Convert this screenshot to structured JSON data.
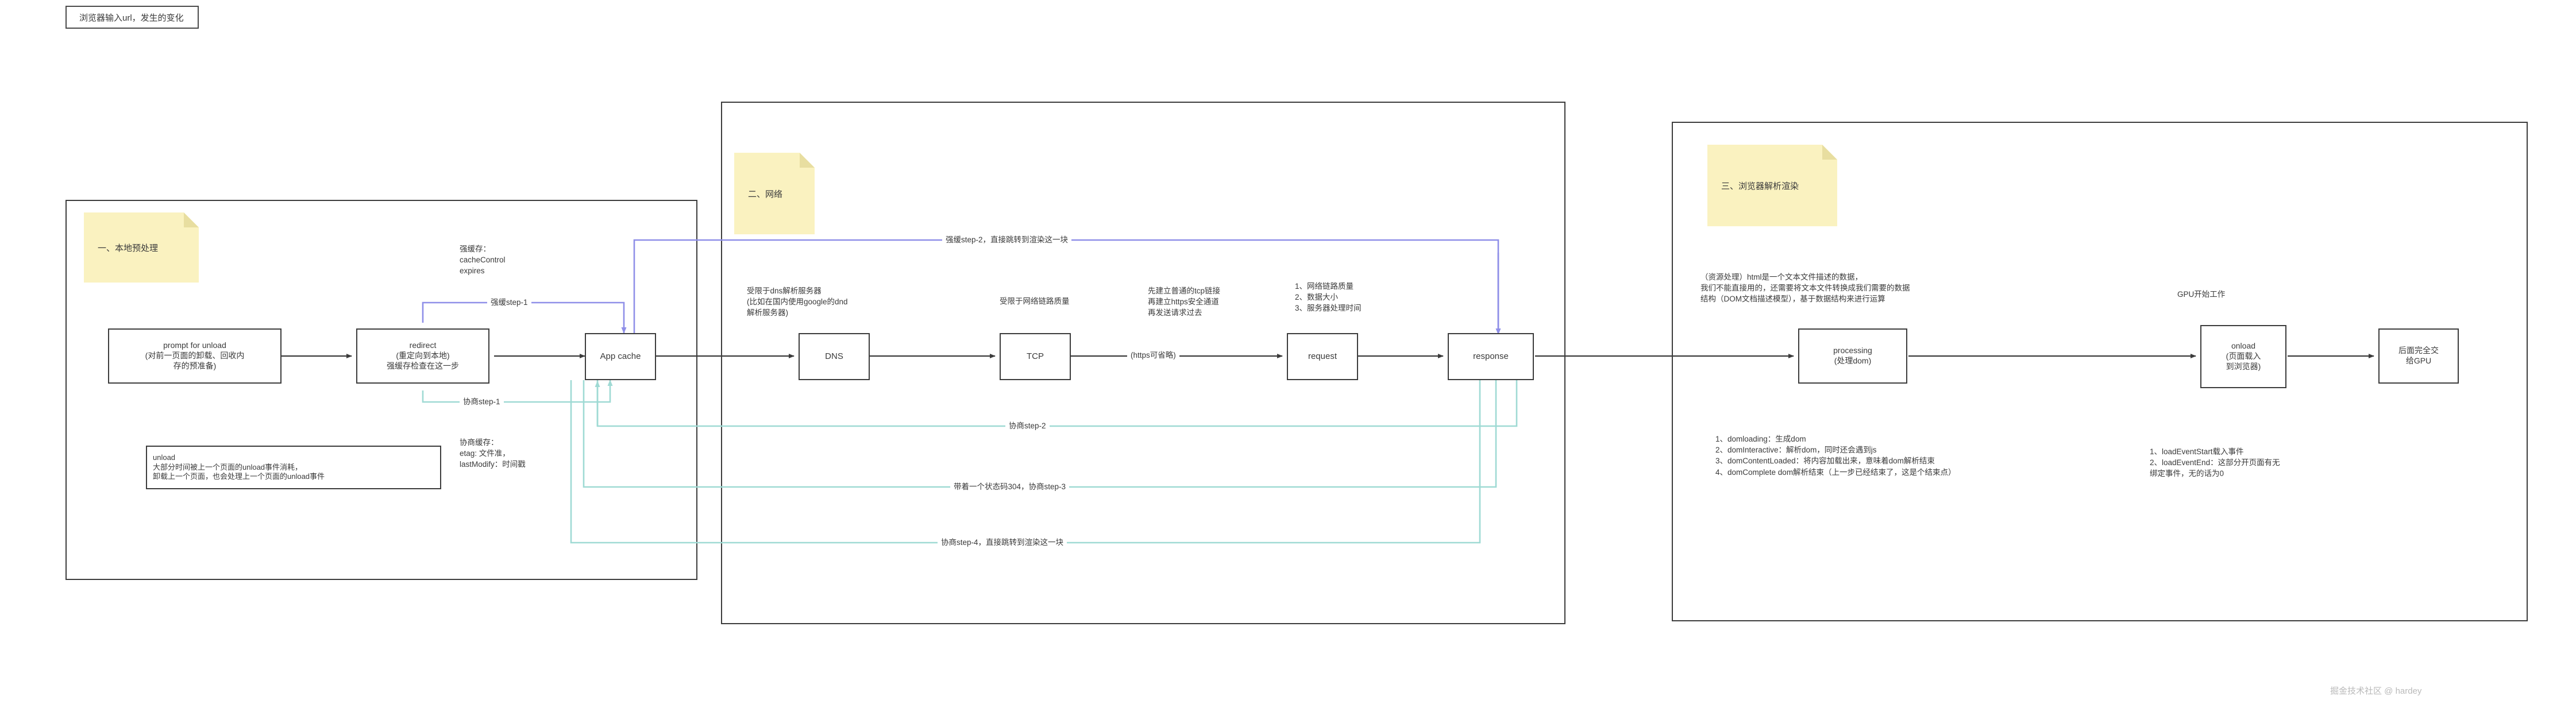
{
  "page": {
    "title_box": "浏览器输入url，发生的变化",
    "watermark": "掘金技术社区 @ hardey"
  },
  "colors": {
    "stroke": "#3c3c3c",
    "strong_cache": "#8f8fe8",
    "negotiate_cache": "#9fdad4",
    "note_bg": "#faf2c0",
    "note_fold": "#e8dea0",
    "text": "#3a3a3a"
  },
  "sections": [
    {
      "id": "local",
      "note": "一、本地预处理"
    },
    {
      "id": "network",
      "note": "二、网络"
    },
    {
      "id": "render",
      "note": "三、浏览器解析渲染"
    }
  ],
  "nodes": {
    "prompt_unload": "prompt for unload\n(对前一页面的卸载、回收内\n存的预准备)",
    "redirect": "redirect\n(重定向到本地)\n强缓存检查在这一步",
    "app_cache": "App cache",
    "dns": "DNS",
    "tcp": "TCP",
    "request": "request",
    "response": "response",
    "processing": "processing\n(处理dom)",
    "onload": "onload\n(页面载入\n到浏览器)",
    "gpu": "后面完全交\n给GPU"
  },
  "annotations": {
    "unload_box": "unload\n大部分时间被上一个页面的unload事件消耗，\n卸载上一个页面，也会处理上一个页面的unload事件",
    "strong_cache_keys": "强缓存：\ncacheControl\nexpires",
    "negotiate_cache_keys": "协商缓存：\netag: 文件准，\nlastModify：时间戳",
    "dns_note": "受限于dns解析服务器\n  (比如在国内使用google的dnd\n解析服务器)",
    "tcp_note": "受限于网络链路质量",
    "request_note": "先建立普通的tcp链接\n再建立https安全通道\n再发送请求过去",
    "response_note": "1、网络链路质量\n2、数据大小\n3、服务器处理时间",
    "https_label": "(https可省略)",
    "resource_note": "（资源处理）html是一个文本文件描述的数据，\n我们不能直接用的，还需要将文本文件转换成我们需要的数据\n结构（DOM文档描述模型），基于数据结构来进行运算",
    "gpu_note": "GPU开始工作",
    "dom_events": "1、domloading：生成dom\n2、domInteractive：解析dom，同时还会遇到js\n3、domContentLoaded：将内容加载出来，意味着dom解析结束\n4、domComplete  dom解析结束（上一步已经结束了，这是个结束点）",
    "load_events": "1、loadEventStart载入事件\n2、loadEventEnd：这部分开页面有无\n绑定事件，无的话为0"
  },
  "edge_labels": {
    "strong_step1": "强缓step-1",
    "strong_step2": "强缓step-2，直接跳转到渲染这一块",
    "negotiate_step1": "协商step-1",
    "negotiate_step2": "协商step-2",
    "negotiate_step3": "带着一个状态码304，协商step-3",
    "negotiate_step4": "协商step-4，直接跳转到渲染这一块"
  }
}
